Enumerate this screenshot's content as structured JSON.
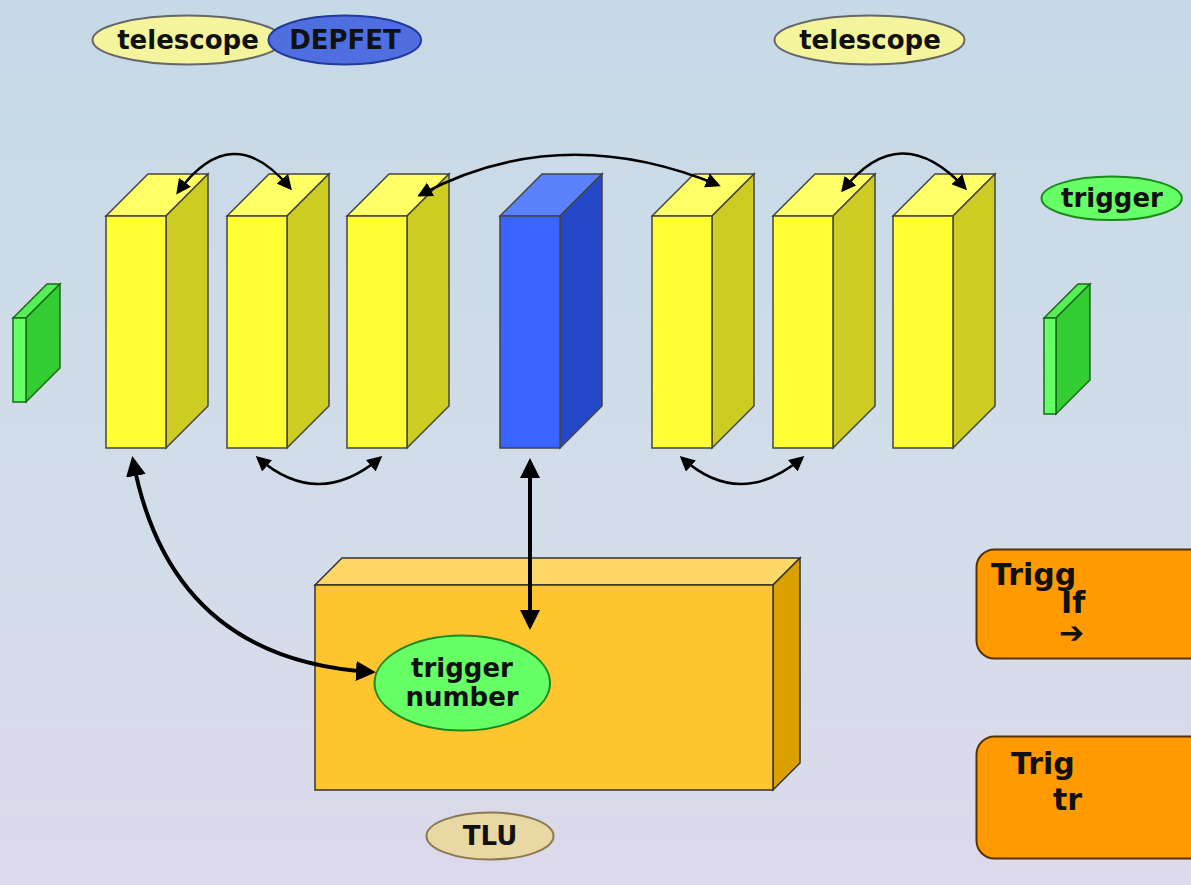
{
  "diagram": {
    "nodes": [
      {
        "text": [
          "telescope"
        ]
      },
      {
        "text": [
          "DEPFET"
        ]
      },
      {
        "text": [
          "telescope"
        ]
      },
      {
        "text": [
          "trigger"
        ]
      },
      {
        "text": [
          "Trigg",
          "If",
          "➔"
        ]
      },
      {
        "text": [
          "trigger number"
        ]
      },
      {
        "text": [
          "Trig",
          "tr"
        ]
      },
      {
        "text": [
          "TLU"
        ]
      }
    ]
  }
}
